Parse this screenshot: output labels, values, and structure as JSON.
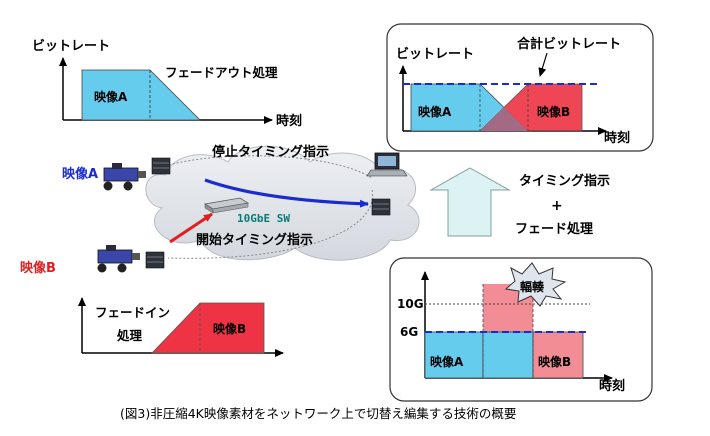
{
  "caption": "(図3)非圧縮4K映像素材をネットワーク上で切替え編集する技術の概要",
  "colors": {
    "video_a": "#66ccee",
    "video_b": "#ee3344",
    "video_b_light": "#f28c95",
    "cloud": "#e4e7ec",
    "arrow": "#ddf2f2",
    "dash_blue": "#1a2bd0",
    "red_label": "#e02020",
    "blue_label": "#1a2bd0"
  },
  "fadeout_panel": {
    "y_label": "ビットレート",
    "x_label": "時刻",
    "bar_label": "映像A",
    "process_label": "フェードアウト処理"
  },
  "fadein_panel": {
    "label_top": "フェードイン",
    "label_bottom": "処理",
    "bar_label": "映像B"
  },
  "network": {
    "source_a": "映像A",
    "source_b": "映像B",
    "switch_label": "10GbE SW",
    "stop_instruction": "停止タイミング指示",
    "start_instruction": "開始タイミング指示"
  },
  "center_arrow": {
    "line1": "タイミング指示",
    "line2": "+",
    "line3": "フェード処理"
  },
  "top_right_panel": {
    "y_label": "ビットレート",
    "total_label": "合計ビットレート",
    "bar_a": "映像A",
    "bar_b": "映像B",
    "x_label": "時刻"
  },
  "bottom_right_panel": {
    "congestion_label": "輻輳",
    "tick_10g": "10G",
    "tick_6g": "6G",
    "bar_a": "映像A",
    "bar_b": "映像B",
    "x_label": "時刻"
  }
}
